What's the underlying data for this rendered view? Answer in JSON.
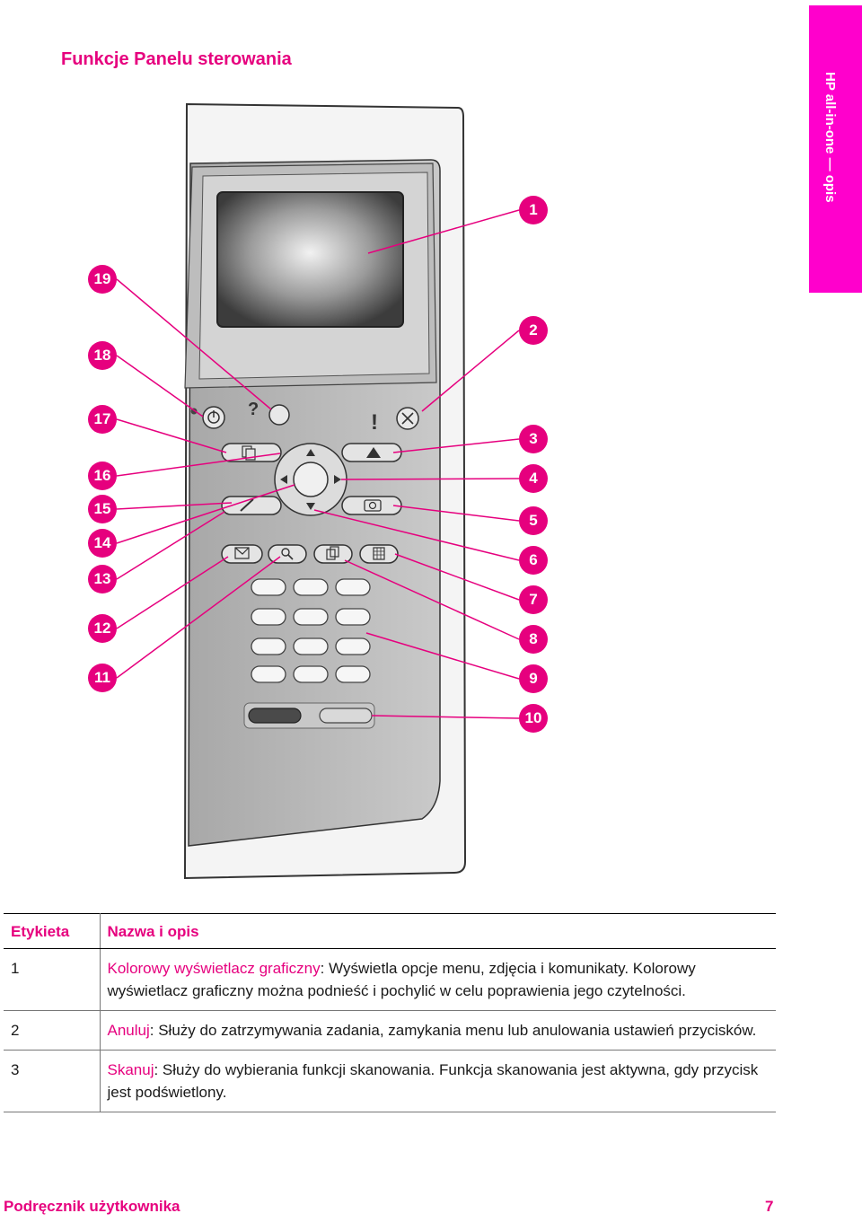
{
  "page": {
    "title": "Funkcje Panelu sterowania"
  },
  "side_tab": {
    "text": "HP all-in-one — opis"
  },
  "figure": {
    "help_glyph": "?",
    "alert_glyph": "!",
    "callouts": [
      "1",
      "2",
      "3",
      "4",
      "5",
      "6",
      "7",
      "8",
      "9",
      "10",
      "11",
      "12",
      "13",
      "14",
      "15",
      "16",
      "17",
      "18",
      "19"
    ]
  },
  "table": {
    "headers": {
      "label": "Etykieta",
      "desc": "Nazwa i opis"
    },
    "rows": [
      {
        "label": "1",
        "term": "Kolorowy wyświetlacz graficzny",
        "text": ": Wyświetla opcje menu, zdjęcia i komunikaty. Kolorowy wyświetlacz graficzny można podnieść i pochylić w celu poprawienia jego czytelności."
      },
      {
        "label": "2",
        "term": "Anuluj",
        "text": ": Służy do zatrzymywania zadania, zamykania menu lub anulowania ustawień przycisków."
      },
      {
        "label": "3",
        "term": "Skanuj",
        "text": ": Służy do wybierania funkcji skanowania. Funkcja skanowania jest aktywna, gdy przycisk jest podświetlony."
      }
    ]
  },
  "footer": {
    "left": "Podręcznik użytkownika",
    "right": "7"
  },
  "colors": {
    "accent": "#e6007e",
    "tab": "#ff00cc"
  }
}
